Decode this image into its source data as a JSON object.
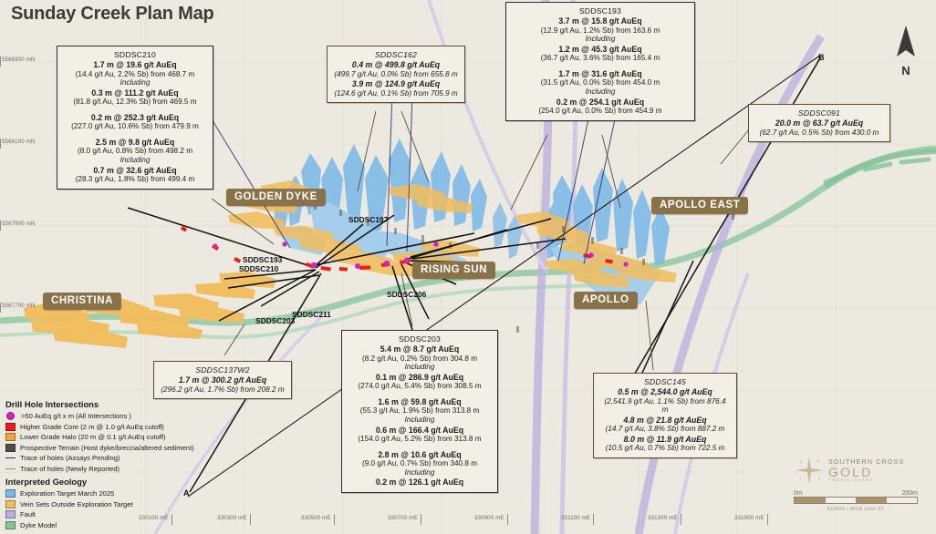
{
  "title": "Sunday Creek Plan Map",
  "places": [
    {
      "name": "GOLDEN DYKE"
    },
    {
      "name": "APOLLO EAST"
    },
    {
      "name": "RISING SUN"
    },
    {
      "name": "CHRISTINA"
    },
    {
      "name": "APOLLO"
    }
  ],
  "drill_hole_labels": [
    {
      "id": "SDDSC197"
    },
    {
      "id": "SDDSC193"
    },
    {
      "id": "SDDSC210"
    },
    {
      "id": "SDDSC206"
    },
    {
      "id": "SDDSC211"
    },
    {
      "id": "SDDSC203"
    }
  ],
  "callouts": [
    {
      "hole_id": "SDDSC210",
      "italic": false,
      "lines": [
        {
          "type": "result",
          "text": "1.7 m @ 19.6 g/t AuEq"
        },
        {
          "type": "detail",
          "text": "(14.4 g/t Au, 2.2% Sb) from 468.7 m"
        },
        {
          "type": "including",
          "text": "Including"
        },
        {
          "type": "result",
          "text": "0.3 m @ 111.2 g/t AuEq"
        },
        {
          "type": "detail",
          "text": "(81.8 g/t Au, 12.3% Sb) from 469.5 m"
        },
        {
          "type": "gap",
          "text": ""
        },
        {
          "type": "result",
          "text": "0.2 m @ 252.3 g/t AuEq"
        },
        {
          "type": "detail",
          "text": "(227.0 g/t Au, 10.6% Sb) from 479.9 m"
        },
        {
          "type": "gap",
          "text": ""
        },
        {
          "type": "result",
          "text": "2.5 m @ 9.8 g/t AuEq"
        },
        {
          "type": "detail",
          "text": "(8.0 g/t Au, 0.8% Sb) from 498.2 m"
        },
        {
          "type": "including",
          "text": "Including"
        },
        {
          "type": "result",
          "text": "0.7 m @ 32.6 g/t AuEq"
        },
        {
          "type": "detail",
          "text": "(28.3 g/t Au, 1.8% Sb) from 499.4 m"
        }
      ]
    },
    {
      "hole_id": "SDDSC162",
      "italic": true,
      "lines": [
        {
          "type": "result",
          "text": "0.4 m @ 499.8 g/t AuEq"
        },
        {
          "type": "detail",
          "text": "(499.7 g/t Au, 0.0% Sb) from 655.8 m"
        },
        {
          "type": "result",
          "text": "3.9 m @ 124.9 g/t AuEq"
        },
        {
          "type": "detail",
          "text": "(124.6 g/t Au, 0.1% Sb) from 705.9 m"
        }
      ]
    },
    {
      "hole_id": "SDDSC193",
      "italic": false,
      "lines": [
        {
          "type": "result",
          "text": "3.7 m @ 15.8 g/t AuEq"
        },
        {
          "type": "detail",
          "text": "(12.9 g/t Au, 1.2% Sb) from 163.6 m"
        },
        {
          "type": "including",
          "text": "Including"
        },
        {
          "type": "result",
          "text": "1.2 m @ 45.3 g/t AuEq"
        },
        {
          "type": "detail",
          "text": "(36.7 g/t Au, 3.6% Sb) from 165.4 m"
        },
        {
          "type": "gap",
          "text": ""
        },
        {
          "type": "result",
          "text": "1.7 m @ 31.6 g/t AuEq"
        },
        {
          "type": "detail",
          "text": "(31.5 g/t Au, 0.0% Sb) from 454.0 m"
        },
        {
          "type": "including",
          "text": "Including"
        },
        {
          "type": "result",
          "text": "0.2 m @ 254.1 g/t AuEq"
        },
        {
          "type": "detail",
          "text": "(254.0 g/t Au, 0.0% Sb) from 454.9 m"
        }
      ]
    },
    {
      "hole_id": "SDDSC091",
      "italic": true,
      "lines": [
        {
          "type": "result",
          "text": "20.0 m @ 63.7 g/t AuEq"
        },
        {
          "type": "detail",
          "text": "(62.7 g/t Au, 0.5% Sb) from 430.0 m"
        }
      ]
    },
    {
      "hole_id": "SDDSC137W2",
      "italic": true,
      "lines": [
        {
          "type": "result",
          "text": "1.7 m @ 300.2 g/t AuEq"
        },
        {
          "type": "detail",
          "text": "(296.2 g/t Au, 1.7% Sb) from 208.2 m"
        }
      ]
    },
    {
      "hole_id": "SDDSC203",
      "italic": false,
      "lines": [
        {
          "type": "result",
          "text": "5.4 m @ 8.7 g/t AuEq"
        },
        {
          "type": "detail",
          "text": "(8.2 g/t Au, 0.2% Sb) from 304.8 m"
        },
        {
          "type": "including",
          "text": "Including"
        },
        {
          "type": "result",
          "text": "0.1 m @ 286.9 g/t AuEq"
        },
        {
          "type": "detail",
          "text": "(274.0 g/t Au, 5.4% Sb) from 308.5 m"
        },
        {
          "type": "gap",
          "text": ""
        },
        {
          "type": "result",
          "text": "1.6 m @ 59.8 g/t AuEq"
        },
        {
          "type": "detail",
          "text": "(55.3 g/t Au, 1.9% Sb) from 313.8 m"
        },
        {
          "type": "including",
          "text": "Including"
        },
        {
          "type": "result",
          "text": "0.6 m @ 166.4 g/t AuEq"
        },
        {
          "type": "detail",
          "text": "(154.0 g/t Au, 5.2% Sb) from 313.8 m"
        },
        {
          "type": "gap",
          "text": ""
        },
        {
          "type": "result",
          "text": "2.8 m @ 10.6 g/t AuEq"
        },
        {
          "type": "detail",
          "text": "(9.0 g/t Au, 0.7% Sb) from 340.8 m"
        },
        {
          "type": "including",
          "text": "Including"
        },
        {
          "type": "result",
          "text": "0.2 m @ 126.1 g/t AuEq"
        }
      ]
    },
    {
      "hole_id": "SDDSC145",
      "italic": true,
      "lines": [
        {
          "type": "result",
          "text": "0.5 m @ 2,544.0 g/t AuEq"
        },
        {
          "type": "detail",
          "text": "(2,541.9 g/t Au, 1.1% Sb) from 876.4 m"
        },
        {
          "type": "result",
          "text": "4.8 m @ 21.8 g/t AuEq"
        },
        {
          "type": "detail",
          "text": "(14.7 g/t Au, 3.8% Sb) from 887.2 m"
        },
        {
          "type": "result",
          "text": "8.0 m @ 11.9 g/t AuEq"
        },
        {
          "type": "detail",
          "text": "(10.5 g/t Au, 0.7% Sb) from 722.5 m"
        }
      ]
    }
  ],
  "legend": {
    "heading_1": "Drill Hole Intersections",
    "items_1": [
      {
        "label": ">50 AuEq g/t x m (All Intersections )",
        "color": "#d421c4",
        "shape": "circle"
      },
      {
        "label": "Higher Grade Core (2 m @ 1.0 g/t AuEq cutoff)",
        "color": "#ee1c17",
        "shape": "square"
      },
      {
        "label": "Lower Grade Halo (20 m @ 0.1 g/t AuEq cutoff)",
        "color": "#f2a53a",
        "shape": "square"
      },
      {
        "label": "Prospective Terrain (Host dyke/breccia/altered sediment)",
        "color": "#4d4d4d",
        "shape": "square"
      },
      {
        "label": "Trace of holes (Assays Pending)",
        "color": "#2a2a6a",
        "shape": "line"
      },
      {
        "label": "Trace of holes (Newly Reported)",
        "color": "#8d8d8d",
        "shape": "line"
      }
    ],
    "heading_2": "Interpreted Geology",
    "items_2": [
      {
        "label": "Exploration Target March 2025",
        "color": "#7cb9e8",
        "shape": "square"
      },
      {
        "label": "Vein Sets Outside Exploration Target",
        "color": "#f2bd5c",
        "shape": "square"
      },
      {
        "label": "Fault",
        "color": "#b9aede",
        "shape": "square"
      },
      {
        "label": "Dyke Model",
        "color": "#86c49a",
        "shape": "square"
      }
    ]
  },
  "north_arrow": {
    "letter": "N"
  },
  "scale": {
    "min": "0m",
    "max": "200m",
    "projection": "EGA94 / MGA zone 55"
  },
  "coordinates": {
    "northings": [
      "5568300 mN",
      "5568100 mN",
      "5567900 mN",
      "5567700 mN"
    ],
    "eastings": [
      "330100 mE",
      "330300 mE",
      "330500 mE",
      "330700 mE",
      "330900 mE",
      "331100 mE",
      "331300 mE",
      "331500 mE"
    ]
  },
  "section_line_labels": [
    {
      "label": "A"
    },
    {
      "label": "B"
    }
  ],
  "colors": {
    "background": "#ece9e1",
    "place_pill": "#8a7248",
    "callout_bg": "#f2efe6",
    "callout_border": "#2b2b2b"
  }
}
